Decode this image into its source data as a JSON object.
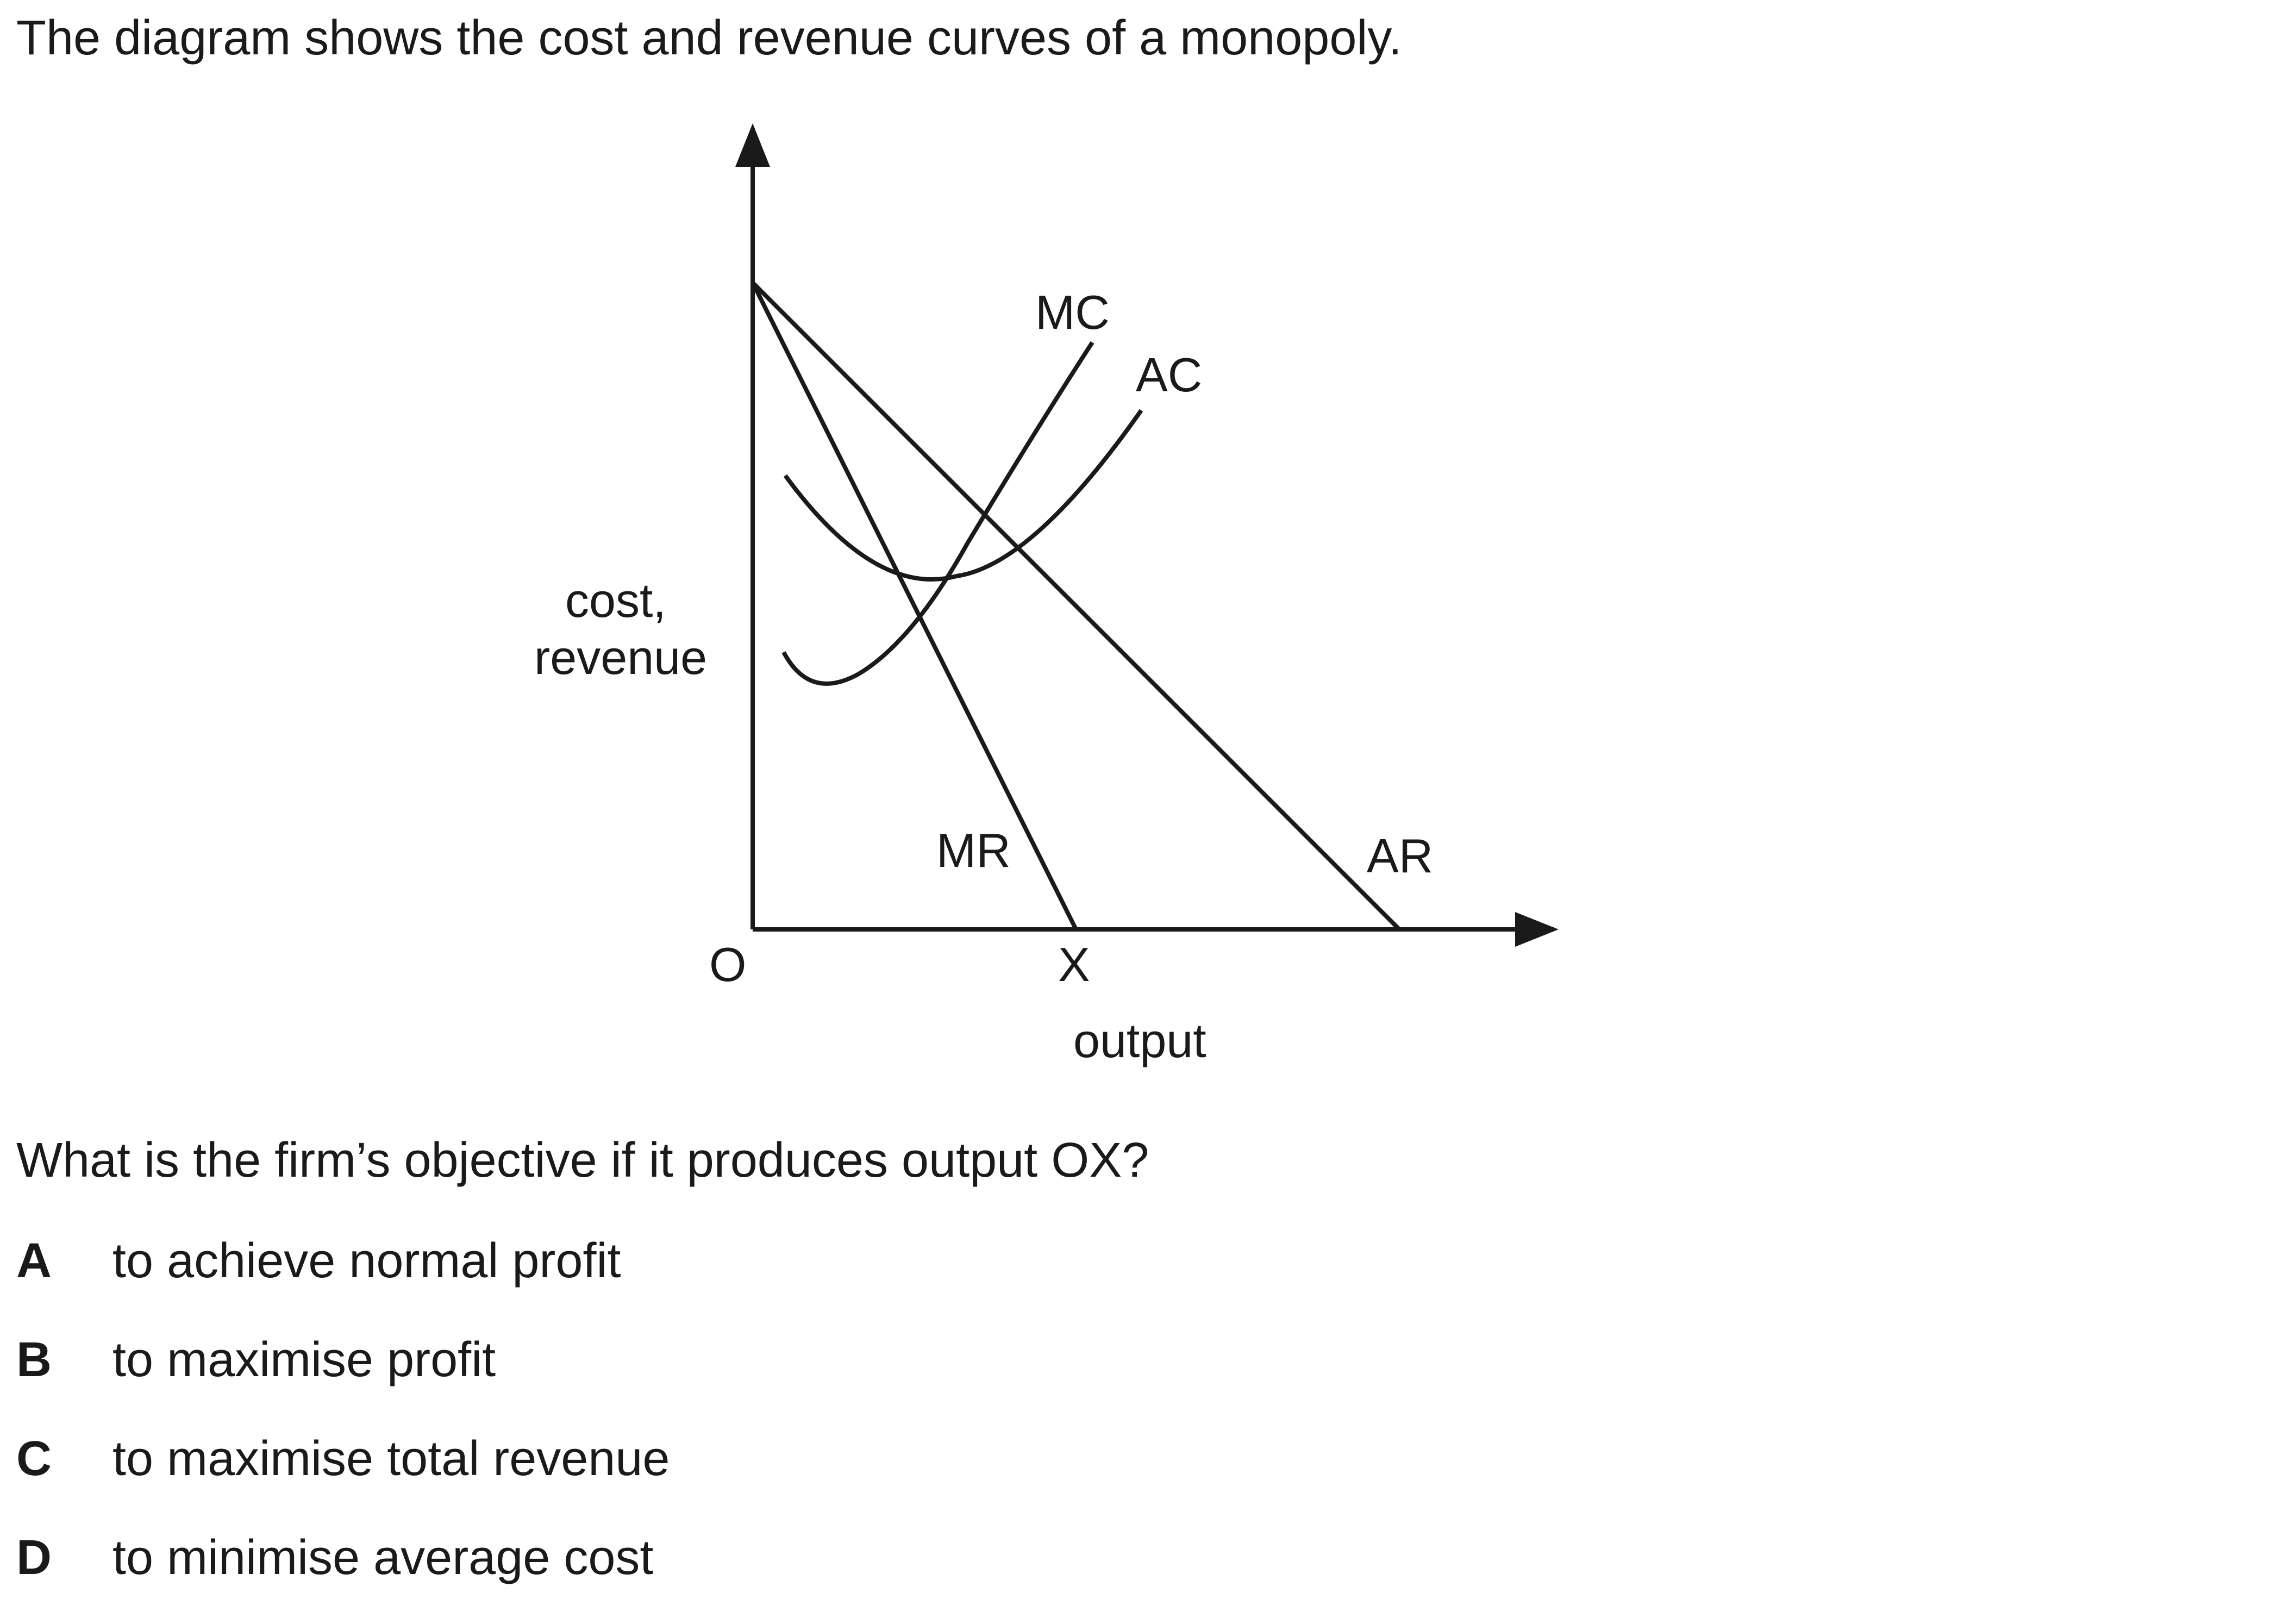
{
  "question": {
    "intro": "The diagram shows the cost and revenue curves of a monopoly.",
    "prompt": "What is the firm’s objective if it produces output OX?"
  },
  "diagram": {
    "y_axis_label_line1": "cost,",
    "y_axis_label_line2": "revenue",
    "x_axis_label": "output",
    "origin_label": "O",
    "x_point_label": "X",
    "curves": {
      "mc": "MC",
      "ac": "AC",
      "mr": "MR",
      "ar": "AR"
    }
  },
  "options": [
    {
      "letter": "A",
      "text": "to achieve normal profit"
    },
    {
      "letter": "B",
      "text": "to maximise profit"
    },
    {
      "letter": "C",
      "text": "to maximise total revenue"
    },
    {
      "letter": "D",
      "text": "to minimise average cost"
    }
  ],
  "colors": {
    "ink": "#1a1a1a",
    "background": "#ffffff"
  }
}
